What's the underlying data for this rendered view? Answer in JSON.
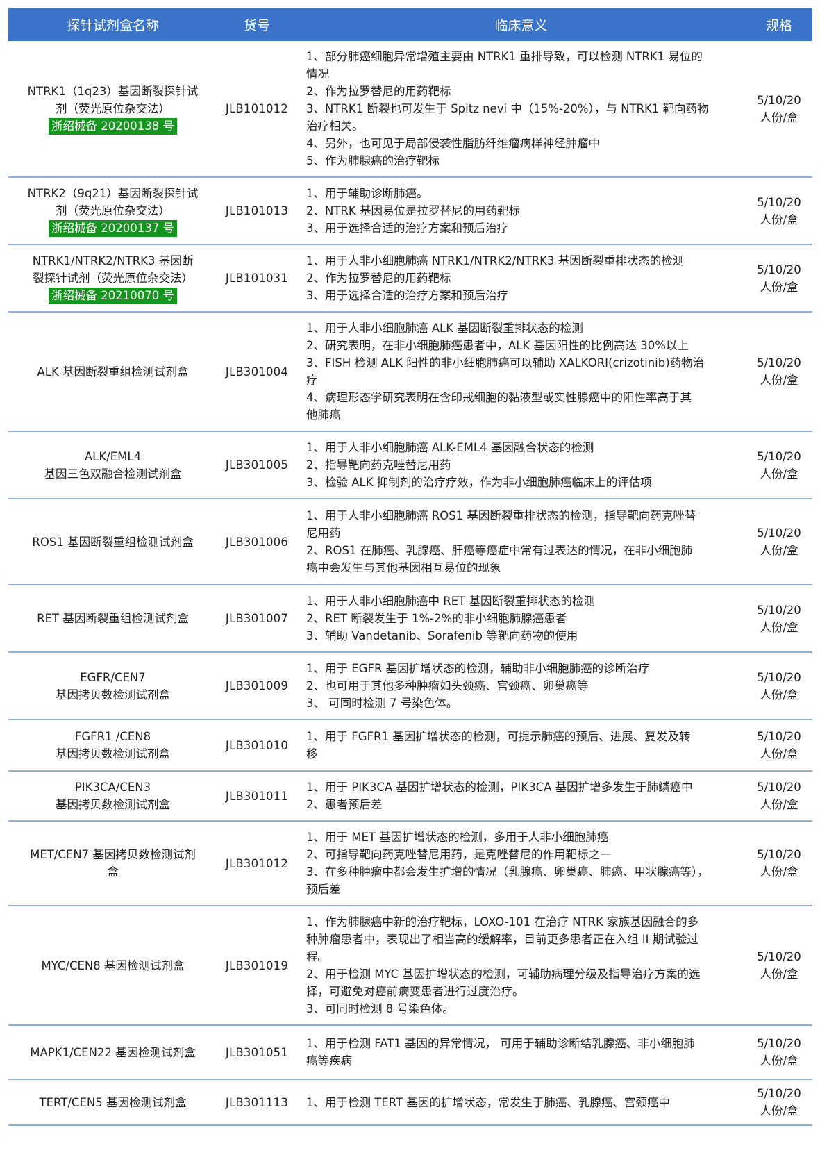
{
  "header": {
    "name": "探针试剂盒名称",
    "code": "货号",
    "meaning": "临床意义",
    "spec": "规格"
  },
  "rows": [
    {
      "name_lines": [
        "NTRK1（1q23）基因断裂探针试",
        "剂（荧光原位杂交法）"
      ],
      "reg": "浙绍械备 20200138 号",
      "code": "JLB101012",
      "desc": [
        "1、部分肺癌细胞异常增殖主要由 NTRK1 重排导致，可以检测 NTRK1 易位的",
        "情况",
        "2、作为拉罗替尼的用药靶标",
        "3、NTRK1 断裂也可发生于 Spitz nevi 中（15%-20%），与 NTRK1 靶向药物",
        "治疗相关。",
        "4、另外，也可见于局部侵袭性脂肪纤维瘤病样神经肿瘤中",
        "5、作为肺腺癌的治疗靶标"
      ],
      "spec": [
        "5/10/20",
        "人份/盒"
      ]
    },
    {
      "name_lines": [
        "NTRK2（9q21）基因断裂探针试",
        "剂（荧光原位杂交法）"
      ],
      "reg": "浙绍械备 20200137 号",
      "code": "JLB101013",
      "desc": [
        "1、用于辅助诊断肺癌。",
        "2、NTRK 基因易位是拉罗替尼的用药靶标",
        "3、用于选择合适的治疗方案和预后治疗"
      ],
      "spec": [
        "5/10/20",
        "人份/盒"
      ]
    },
    {
      "name_lines": [
        "NTRK1/NTRK2/NTRK3 基因断",
        "裂探针试剂（荧光原位杂交法）"
      ],
      "reg": "浙绍械备 20210070 号",
      "code": "JLB101031",
      "desc": [
        "1、用于人非小细胞肺癌 NTRK1/NTRK2/NTRK3 基因断裂重排状态的检测",
        "2、作为拉罗替尼的用药靶标",
        "3、用于选择合适的治疗方案和预后治疗"
      ],
      "spec": [
        "5/10/20",
        "人份/盒"
      ]
    },
    {
      "name_lines": [
        "ALK 基因断裂重组检测试剂盒"
      ],
      "reg": "",
      "code": "JLB301004",
      "desc": [
        "1、用于人非小细胞肺癌 ALK 基因断裂重排状态的检测",
        "2、研究表明，在非小细胞肺癌患者中，ALK 基因阳性的比例高达 30%以上",
        "3、FISH 检测 ALK 阳性的非小细胞肺癌可以辅助 XALKORI(crizotinib)药物治",
        "疗",
        "4、病理形态学研究表明在含印戒细胞的黏液型或实性腺癌中的阳性率高于其",
        "他肺癌"
      ],
      "spec": [
        "5/10/20",
        "人份/盒"
      ]
    },
    {
      "name_lines": [
        "ALK/EML4",
        "基因三色双融合检测试剂盒"
      ],
      "reg": "",
      "code": "JLB301005",
      "desc": [
        "1、用于人非小细胞肺癌 ALK-EML4 基因融合状态的检测",
        "2、指导靶向药克唑替尼用药",
        "3、检验 ALK 抑制剂的治疗疗效，作为非小细胞肺癌临床上的评估项"
      ],
      "spec": [
        "5/10/20",
        "人份/盒"
      ]
    },
    {
      "name_lines": [
        "ROS1 基因断裂重组检测试剂盒"
      ],
      "reg": "",
      "code": "JLB301006",
      "desc": [
        "1、用于人非小细胞肺癌 ROS1 基因断裂重排状态的检测，指导靶向药克唑替",
        "尼用药",
        "2、ROS1 在肺癌、乳腺癌、肝癌等癌症中常有过表达的情况，在非小细胞肺",
        "癌中会发生与其他基因相互易位的现象"
      ],
      "spec": [
        "5/10/20",
        "人份/盒"
      ]
    },
    {
      "name_lines": [
        "RET 基因断裂重组检测试剂盒"
      ],
      "reg": "",
      "code": "JLB301007",
      "desc": [
        "1、用于人非小细胞肺癌中 RET 基因断裂重排状态的检测",
        "2、RET 断裂发生于 1%-2%的非小细胞肺腺癌患者",
        "3、辅助 Vandetanib、Sorafenib 等靶向药物的使用"
      ],
      "spec": [
        "5/10/20",
        "人份/盒"
      ]
    },
    {
      "name_lines": [
        "EGFR/CEN7",
        "基因拷贝数检测试剂盒"
      ],
      "reg": "",
      "code": "JLB301009",
      "desc": [
        "1、用于 EGFR 基因扩增状态的检测，辅助非小细胞肺癌的诊断治疗",
        "2、也可用于其他多种肿瘤如头颈癌、宫颈癌、卵巢癌等",
        "3、 可同时检测 7 号染色体。"
      ],
      "spec": [
        "5/10/20",
        "人份/盒"
      ]
    },
    {
      "name_lines": [
        "FGFR1 /CEN8",
        "基因拷贝数检测试剂盒"
      ],
      "reg": "",
      "code": "JLB301010",
      "desc": [
        "1、用于 FGFR1 基因扩增状态的检测，可提示肺癌的预后、进展、复发及转",
        "移"
      ],
      "spec": [
        "5/10/20",
        "人份/盒"
      ]
    },
    {
      "name_lines": [
        "PIK3CA/CEN3",
        "基因拷贝数检测试剂盒"
      ],
      "reg": "",
      "code": "JLB301011",
      "desc": [
        "1、用于 PIK3CA 基因扩增状态的检测，PIK3CA 基因扩增多发生于肺鳞癌中",
        "2、患者预后差"
      ],
      "spec": [
        "5/10/20",
        "人份/盒"
      ]
    },
    {
      "name_lines": [
        "MET/CEN7 基因拷贝数检测试剂",
        "盒"
      ],
      "reg": "",
      "code": "JLB301012",
      "desc": [
        "1、用于 MET 基因扩增状态的检测，多用于人非小细胞肺癌",
        "2、可指导靶向药克唑替尼用药，是克唑替尼的作用靶标之一",
        "3、在多种肿瘤中都会发生扩增的情况（乳腺癌、卵巢癌、肺癌、甲状腺癌等），",
        "预后差"
      ],
      "spec": [
        "5/10/20",
        "人份/盒"
      ]
    },
    {
      "name_lines": [
        "MYC/CEN8 基因检测试剂盒"
      ],
      "reg": "",
      "code": "JLB301019",
      "desc": [
        "1、作为肺腺癌中新的治疗靶标，LOXO-101 在治疗 NTRK 家族基因融合的多",
        "种肿瘤患者中，表现出了相当高的缓解率，目前更多患者正在入组 II 期试验过",
        "程。",
        "2、用于检测 MYC 基因扩增状态的检测，可辅助病理分级及指导治疗方案的选",
        "择，可避免对癌前病变患者进行过度治疗。",
        "3、可同时检测 8 号染色体。"
      ],
      "spec": [
        "5/10/20",
        "人份/盒"
      ]
    },
    {
      "name_lines": [
        "MAPK1/CEN22 基因检测试剂盒"
      ],
      "reg": "",
      "code": "JLB301051",
      "desc": [
        "1、用于检测 FAT1 基因的异常情况， 可用于辅助诊断结乳腺癌、非小细胞肺",
        "癌等疾病"
      ],
      "spec": [
        "5/10/20",
        "人份/盒"
      ]
    },
    {
      "name_lines": [
        "TERT/CEN5 基因检测试剂盒"
      ],
      "reg": "",
      "code": "JLB301113",
      "desc": [
        "1、用于检测 TERT 基因的扩增状态，常发生于肺癌、乳腺癌、宫颈癌中"
      ],
      "spec": [
        "5/10/20",
        "人份/盒"
      ]
    }
  ]
}
